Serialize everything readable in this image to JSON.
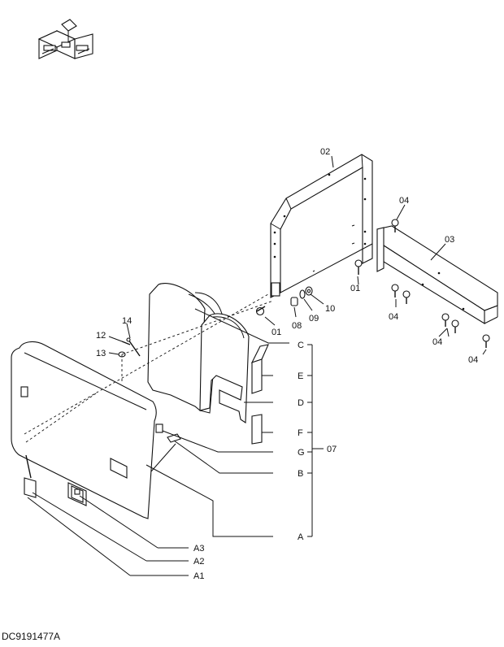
{
  "drawing_code": "DC9191477A",
  "labels": {
    "p01a": "01",
    "p01b": "01",
    "p02": "02",
    "p03": "03",
    "p04a": "04",
    "p04b": "04",
    "p04c": "04",
    "p04d": "04",
    "p07": "07",
    "p08": "08",
    "p09": "09",
    "p10": "10",
    "p12": "12",
    "p13": "13",
    "p14": "14",
    "pA": "A",
    "pA1": "A1",
    "pA2": "A2",
    "pA3": "A3",
    "pB": "B",
    "pC": "C",
    "pD": "D",
    "pE": "E",
    "pF": "F",
    "pG": "G"
  }
}
